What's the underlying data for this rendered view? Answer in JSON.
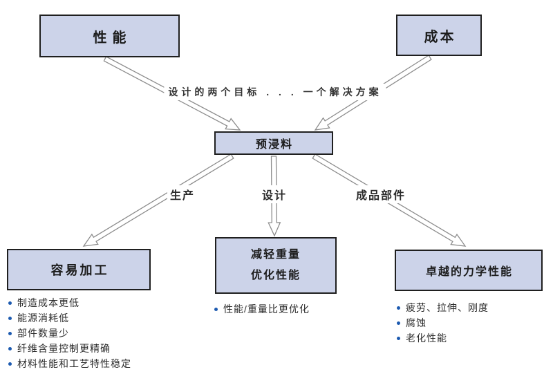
{
  "nodes": {
    "performance": "性能",
    "cost": "成本",
    "prepreg": "预浸料",
    "easy_processing": "容易加工",
    "weight_line1": "减轻重量",
    "weight_line2": "优化性能",
    "mechanical": "卓越的力学性能"
  },
  "annotation": "设计的两个目标 . . . 一个解决方案",
  "edge_labels": {
    "production": "生产",
    "design": "设计",
    "finished_parts": "成品部件"
  },
  "bullets": {
    "easy_processing": [
      "制造成本更低",
      "能源消耗低",
      "部件数量少",
      "纤维含量控制更精确",
      "材料性能和工艺特性稳定"
    ],
    "weight": [
      "性能/重量比更优化"
    ],
    "mechanical": [
      "疲劳、拉伸、刚度",
      "腐蚀",
      "老化性能"
    ]
  },
  "colors": {
    "box_fill": "#ccd3e9",
    "box_border": "#1f1f1f",
    "arrow_outline": "#8c8c8c",
    "bullet": "#1c5ab0",
    "text": "#262626"
  }
}
